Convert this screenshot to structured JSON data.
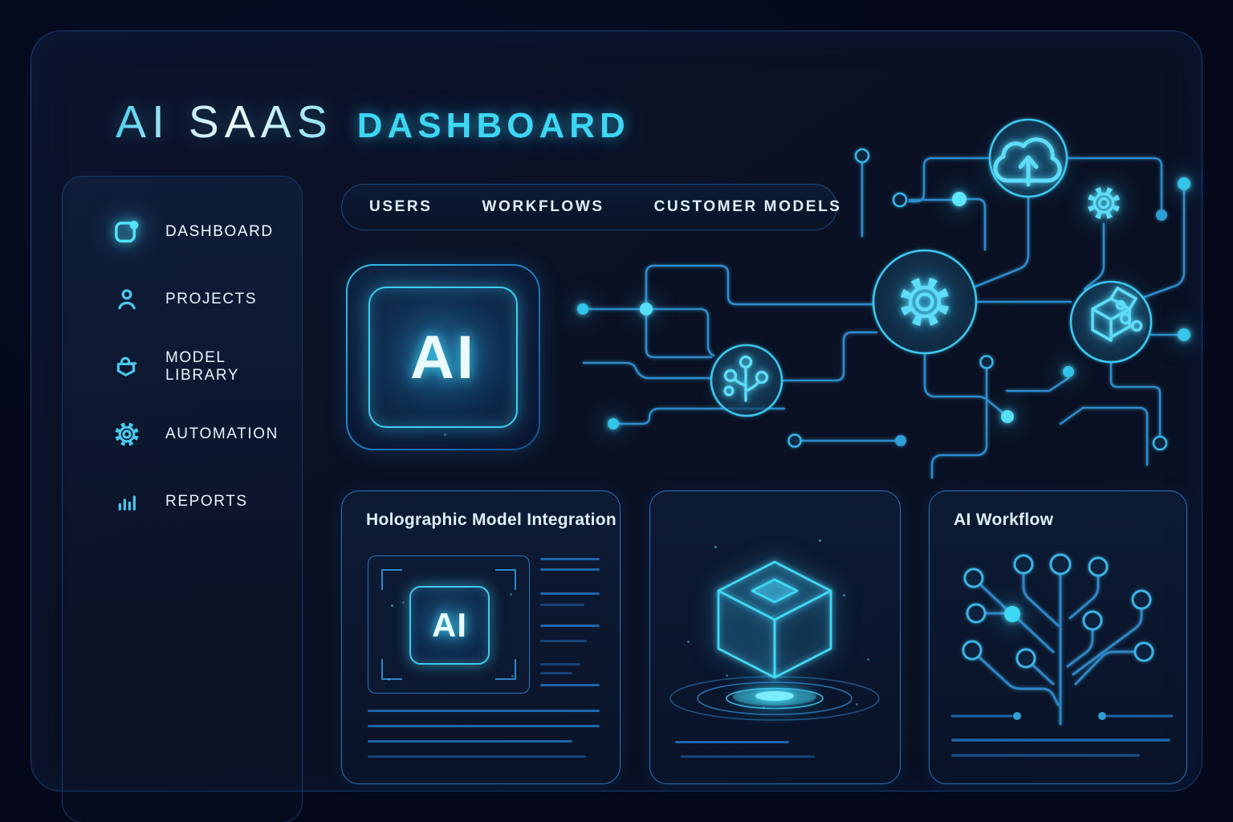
{
  "title": {
    "primary": "AI SAAS",
    "secondary": "DASHBOARD"
  },
  "sidebar": {
    "items": [
      {
        "label": "DASHBOARD",
        "icon": "dashboard-icon",
        "active": true
      },
      {
        "label": "PROJECTS",
        "icon": "user-icon",
        "active": false
      },
      {
        "label": "MODEL LIBRARY",
        "icon": "library-box-icon",
        "active": false
      },
      {
        "label": "AUTOMATION",
        "icon": "gear-icon",
        "active": false
      },
      {
        "label": "REPORTS",
        "icon": "bar-chart-icon",
        "active": false
      }
    ]
  },
  "tabs": [
    {
      "label": "USERS"
    },
    {
      "label": "WORKFLOWS"
    },
    {
      "label": "CUSTOMER MODELS"
    }
  ],
  "ai_chip": {
    "label": "AI"
  },
  "cards": {
    "holographic": {
      "title": "Holographic Model Integration",
      "chip_label": "AI"
    },
    "workflow": {
      "title": "AI Workflow"
    }
  },
  "illustration_icons": [
    "cloud-upload-icon",
    "gear-icon-small",
    "gear-icon-large",
    "cube-package-icon",
    "branch-nodes-icon"
  ],
  "colors": {
    "bg-outer": "#04081a",
    "panel-bg": "#0a1228",
    "panel-border": "#1e3c6e",
    "accent": "#3dd6f3",
    "line": "#2d8cce",
    "text-bright": "#e8f4fd",
    "card-bg": "#0b162e",
    "card-border": "#2b74bd",
    "skeleton": "#1d66ab",
    "skeleton-dim": "#16437a"
  }
}
